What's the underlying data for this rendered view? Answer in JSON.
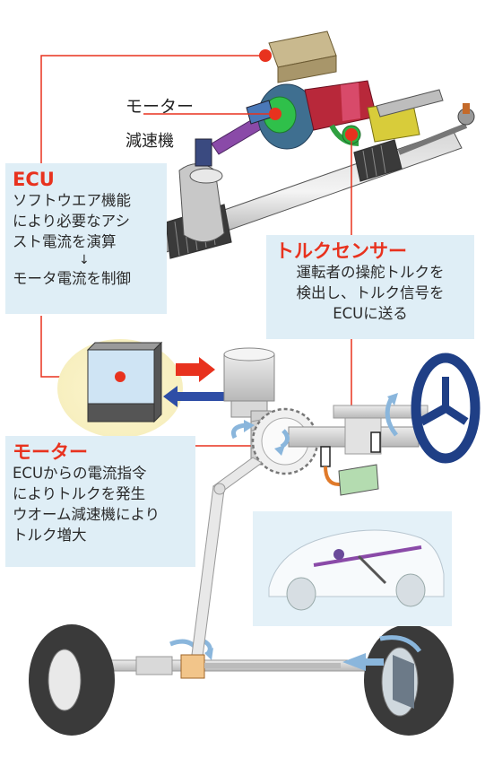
{
  "labels": {
    "motor_top": "モーター",
    "reducer": "減速機"
  },
  "ecu_box": {
    "title": "ECU",
    "lines": [
      "ソフトウエア機能",
      "により必要なアシ",
      "スト電流を演算",
      "↓",
      "モータ電流を制御"
    ]
  },
  "torque_box": {
    "title": "トルクセンサー",
    "lines": [
      "運転者の操舵トルクを",
      "検出し、トルク信号を",
      "ECUに送る"
    ]
  },
  "motor_box": {
    "title": "モーター",
    "lines": [
      "ECUからの電流指令",
      "によりトルクを発生",
      "ウオーム減速機により",
      "トルク増大"
    ]
  },
  "colors": {
    "accent_red": "#e8321e",
    "box_bg": "#dfeef6",
    "steering_wheel": "#1f3f86",
    "glow": "#fbf3c6"
  }
}
